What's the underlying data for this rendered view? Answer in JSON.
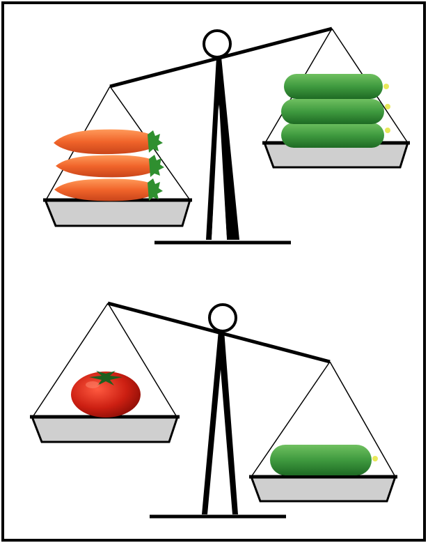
{
  "colors": {
    "background": "#ffffff",
    "frame": "#000000",
    "line": "#000000",
    "pan_fill": "#cfcfcf",
    "carrot": "#f0642a",
    "carrot_leaf": "#2f8f2f",
    "cucumber": "#3f9a3f",
    "cucumber_tip": "#e8e85a",
    "tomato": "#cc1f12",
    "tomato_stem": "#1f5f1f"
  },
  "scales": [
    {
      "name": "top-scale",
      "left_pan": {
        "item": "carrot",
        "count": 3
      },
      "right_pan": {
        "item": "cucumber",
        "count": 3
      },
      "heavier_side": "left"
    },
    {
      "name": "bottom-scale",
      "left_pan": {
        "item": "tomato",
        "count": 1
      },
      "right_pan": {
        "item": "cucumber",
        "count": 1
      },
      "heavier_side": "right"
    }
  ],
  "icons": [
    "balance-scale-icon",
    "carrot-icon",
    "cucumber-icon",
    "tomato-icon"
  ]
}
